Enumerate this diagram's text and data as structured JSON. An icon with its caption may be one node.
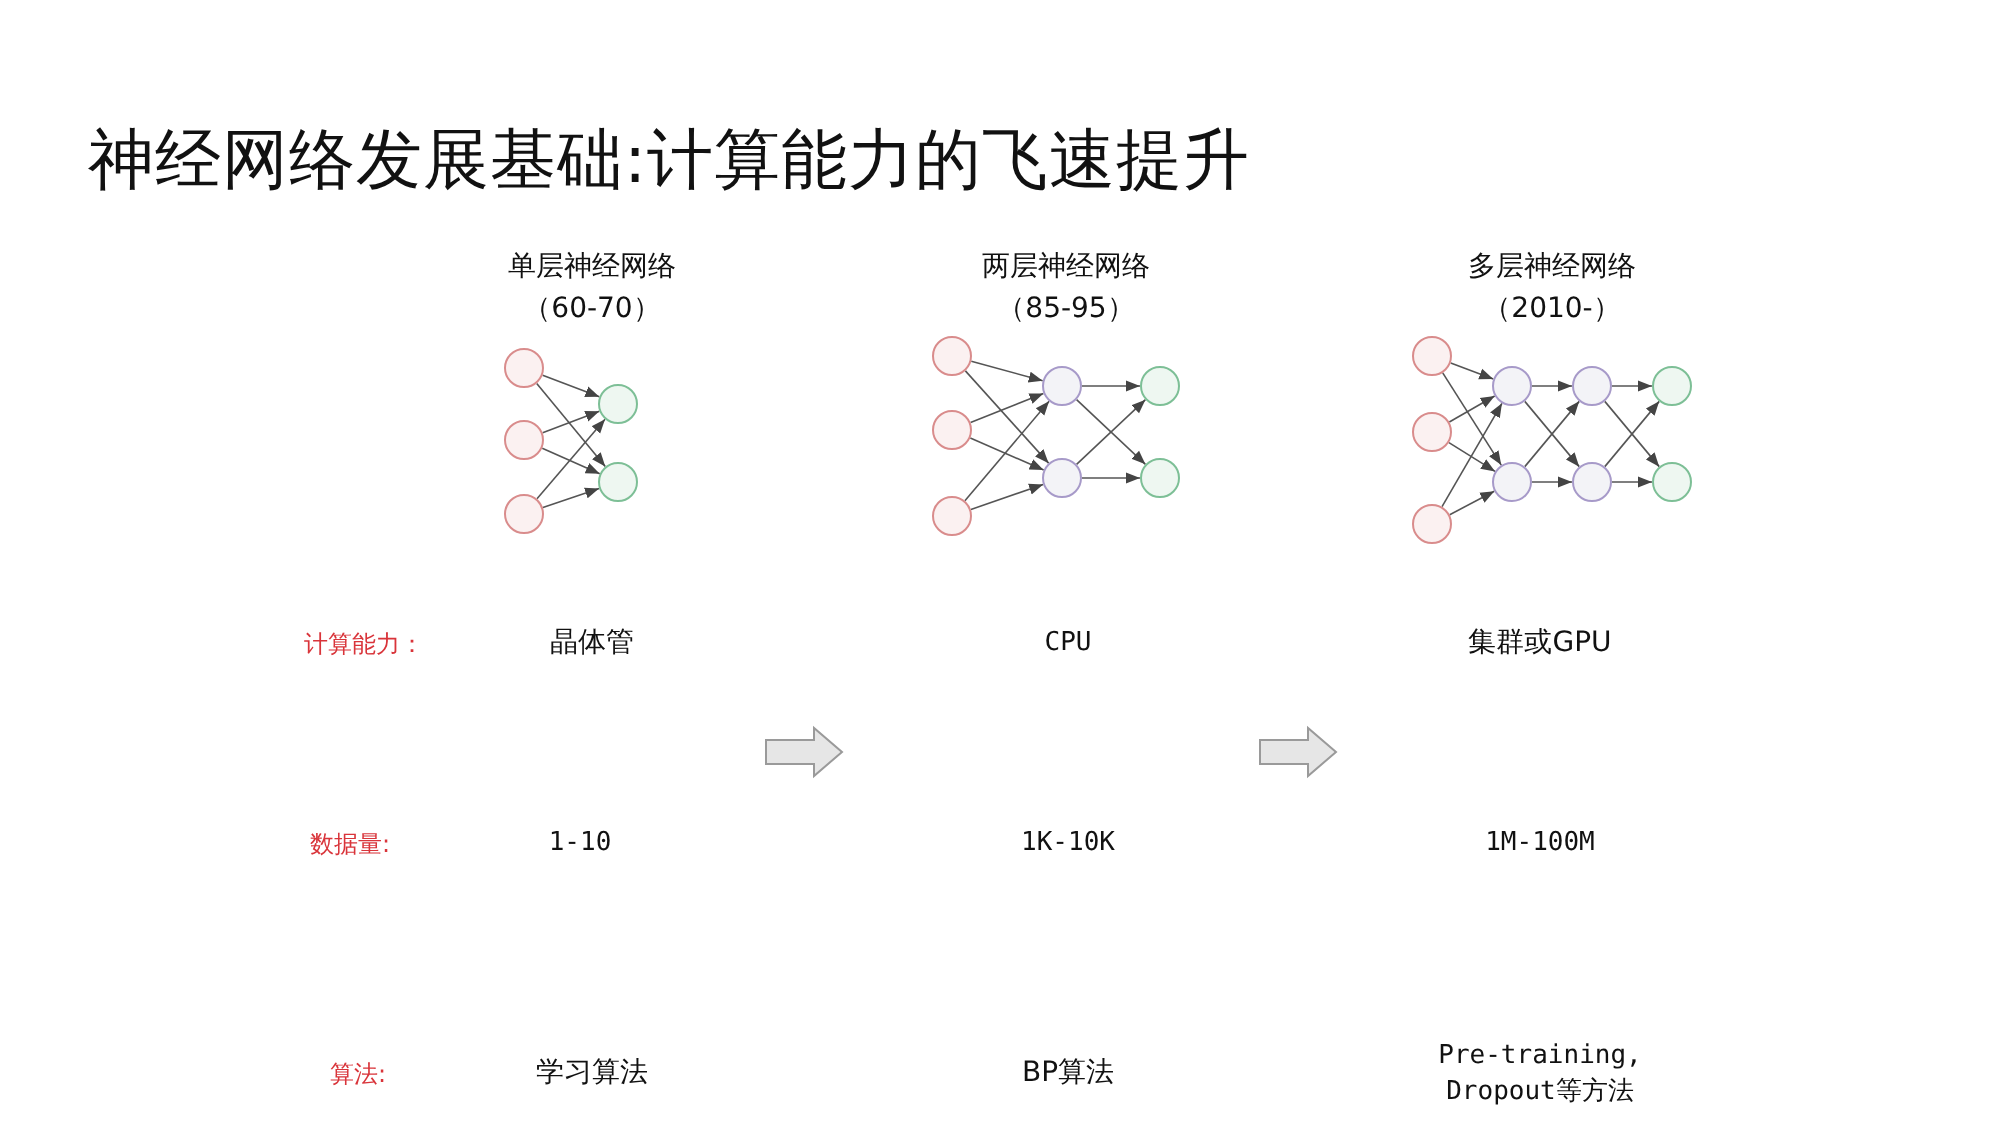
{
  "diagram": {
    "title": "神经网络发展基础:计算能力的飞速提升",
    "nodes": [
      {
        "text": [],
        "shape": "circle"
      },
      {
        "text": [],
        "shape": "circle"
      },
      {
        "text": [],
        "shape": "circle"
      },
      {
        "text": [],
        "shape": "circle"
      },
      {
        "text": [],
        "shape": "circle"
      },
      {
        "text": [],
        "shape": "circle"
      },
      {
        "text": [],
        "shape": "circle"
      },
      {
        "text": [],
        "shape": "circle"
      },
      {
        "text": [],
        "shape": "circle"
      },
      {
        "text": [],
        "shape": "circle"
      },
      {
        "text": [],
        "shape": "circle"
      },
      {
        "text": [],
        "shape": "circle"
      },
      {
        "text": [],
        "shape": "circle"
      },
      {
        "text": [],
        "shape": "circle"
      },
      {
        "text": [],
        "shape": "circle"
      },
      {
        "text": [],
        "shape": "circle"
      },
      {
        "text": [],
        "shape": "circle"
      },
      {
        "text": [],
        "shape": "circle"
      },
      {
        "text": [],
        "shape": "circle"
      },
      {
        "text": [],
        "shape": "circle"
      },
      {
        "text": [],
        "shape": "circle"
      }
    ],
    "edges": [
      {
        "from": 0,
        "to": 3,
        "arrow": "to"
      },
      {
        "from": 0,
        "to": 4,
        "arrow": "to"
      },
      {
        "from": 1,
        "to": 3,
        "arrow": "to"
      },
      {
        "from": 1,
        "to": 4,
        "arrow": "to"
      },
      {
        "from": 2,
        "to": 3,
        "arrow": "to"
      },
      {
        "from": 2,
        "to": 4,
        "arrow": "to"
      },
      {
        "from": 5,
        "to": 8,
        "arrow": "to"
      },
      {
        "from": 5,
        "to": 9,
        "arrow": "to"
      },
      {
        "from": 6,
        "to": 8,
        "arrow": "to"
      },
      {
        "from": 6,
        "to": 9,
        "arrow": "to"
      },
      {
        "from": 7,
        "to": 8,
        "arrow": "to"
      },
      {
        "from": 7,
        "to": 9,
        "arrow": "to"
      },
      {
        "from": 8,
        "to": 10,
        "arrow": "to"
      },
      {
        "from": 8,
        "to": 11,
        "arrow": "to"
      },
      {
        "from": 9,
        "to": 10,
        "arrow": "to"
      },
      {
        "from": 9,
        "to": 11,
        "arrow": "to"
      },
      {
        "from": 12,
        "to": 15,
        "arrow": "to"
      },
      {
        "from": 12,
        "to": 16,
        "arrow": "to"
      },
      {
        "from": 13,
        "to": 15,
        "arrow": "to"
      },
      {
        "from": 13,
        "to": 16,
        "arrow": "to"
      },
      {
        "from": 14,
        "to": 15,
        "arrow": "to"
      },
      {
        "from": 14,
        "to": 16,
        "arrow": "to"
      },
      {
        "from": 15,
        "to": 17,
        "arrow": "to"
      },
      {
        "from": 15,
        "to": 18,
        "arrow": "to"
      },
      {
        "from": 16,
        "to": 17,
        "arrow": "to"
      },
      {
        "from": 16,
        "to": 18,
        "arrow": "to"
      },
      {
        "from": 17,
        "to": 19,
        "arrow": "to"
      },
      {
        "from": 17,
        "to": 20,
        "arrow": "to"
      },
      {
        "from": 18,
        "to": 19,
        "arrow": "to"
      },
      {
        "from": 18,
        "to": 20,
        "arrow": "to"
      }
    ],
    "labels": [
      "单层神经网络",
      "两层神经网络",
      "多层神经网络",
      "（60-70）",
      "（85-95）",
      "（2010-）",
      "计算能力：",
      "晶体管",
      "CPU",
      "集群或GPU",
      "数据量:",
      "1-10",
      "1K-10K",
      "1M-100M",
      "算法:",
      "学习算法",
      "BP算法",
      "Pre-training, Dropout等方法"
    ]
  }
}
